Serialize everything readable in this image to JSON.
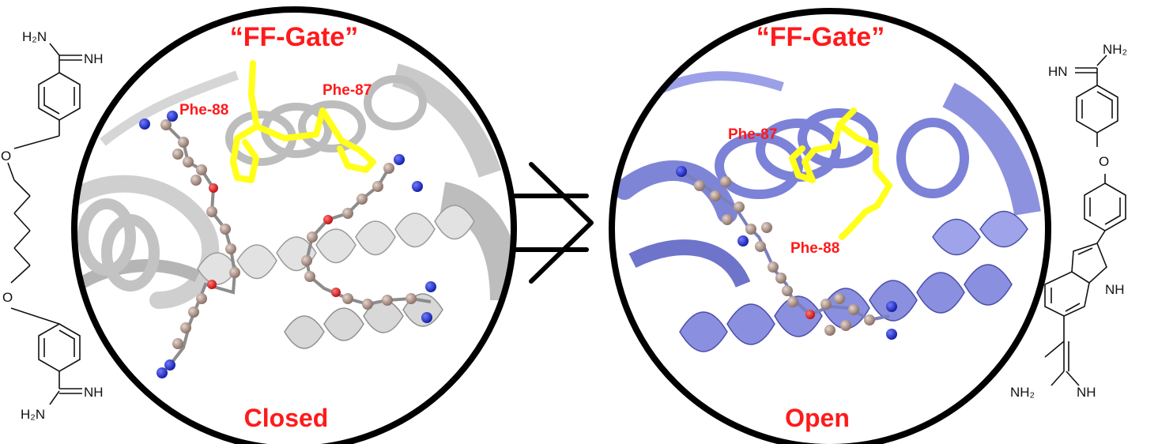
{
  "colors": {
    "label_red": "#ff1a1a",
    "closed_protein": "#dcdcdc",
    "open_protein": "#8a8fe0",
    "gate_residues": "#ffff1a",
    "ligand_carbon": "#b49a8e",
    "ligand_nitrogen": "#2633d9",
    "ligand_oxygen": "#e02020",
    "circle_border": "#000000"
  },
  "left_molecule": {
    "top_amine": "H₂N",
    "top_imine": "NH",
    "oxygen_top": "O",
    "oxygen_bottom": "O",
    "bottom_imine": "NH",
    "bottom_amine": "H₂N"
  },
  "closed_panel": {
    "gate_title": "“FF-Gate”",
    "label_phe88": "Phe-88",
    "label_phe87": "Phe-87",
    "state_label": "Closed"
  },
  "open_panel": {
    "gate_title": "“FF-Gate”",
    "label_phe87": "Phe-87",
    "label_phe88": "Phe-88",
    "state_label": "Open"
  },
  "right_molecule": {
    "top_amine": "NH₂",
    "top_imine": "HN",
    "oxygen": "O",
    "indole_nh": "NH",
    "bottom_amine": "NH₂",
    "bottom_imine": "NH"
  },
  "transition_icon": "double-arrow-icon"
}
